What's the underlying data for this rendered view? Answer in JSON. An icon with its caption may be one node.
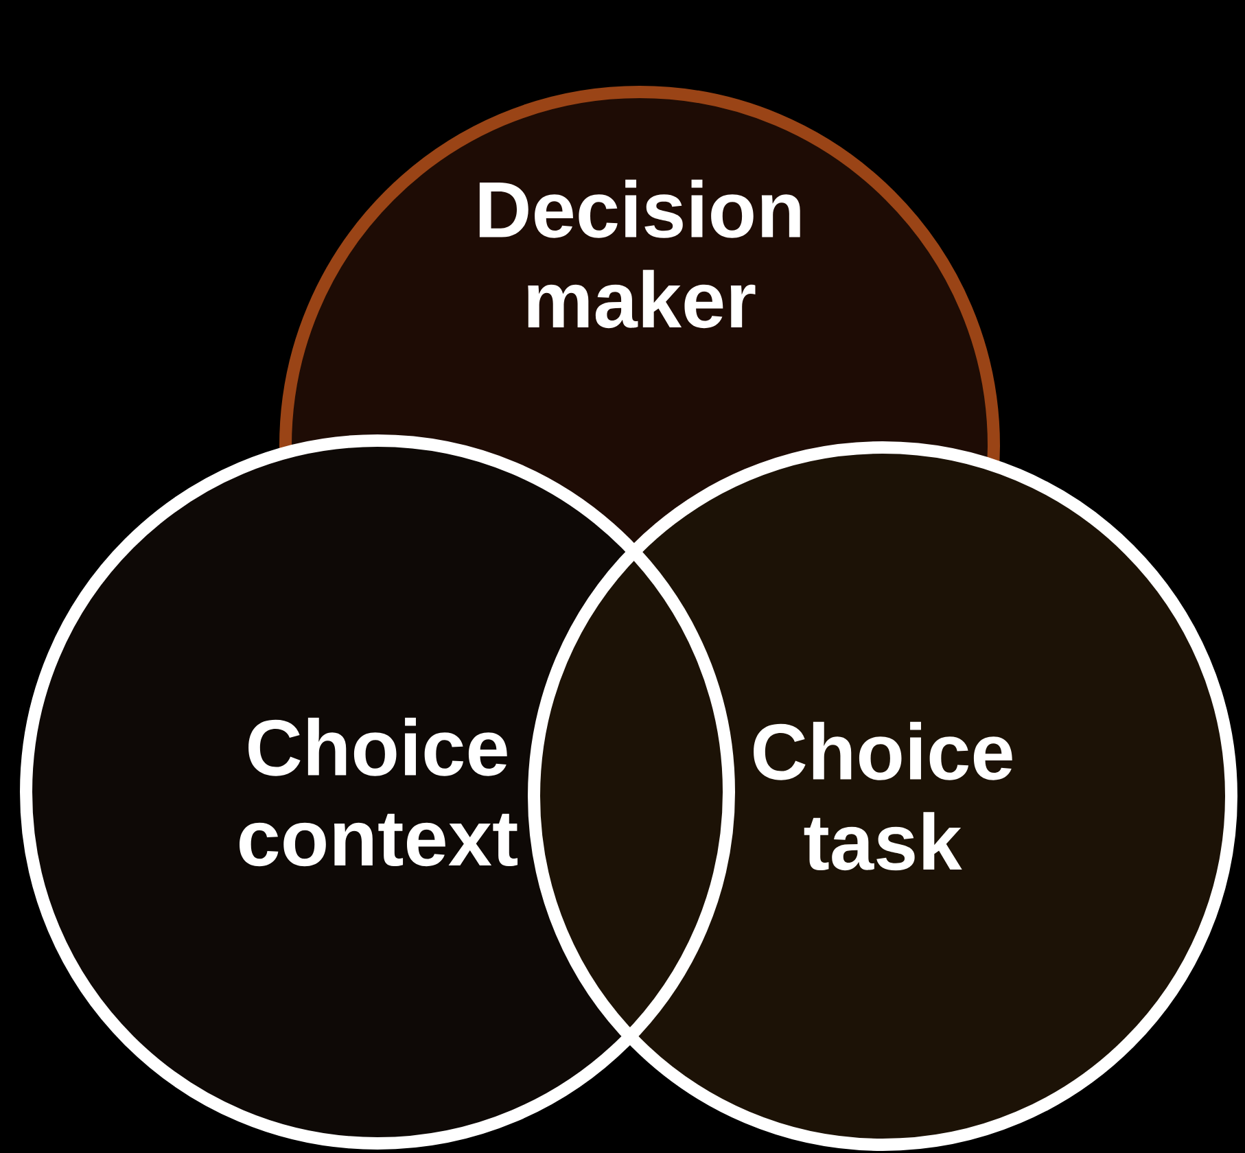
{
  "diagram": {
    "nodes": [
      {
        "text": [
          "Decision maker"
        ]
      },
      {
        "text": [
          "Choice context"
        ]
      },
      {
        "text": [
          "Choice task"
        ]
      }
    ]
  }
}
